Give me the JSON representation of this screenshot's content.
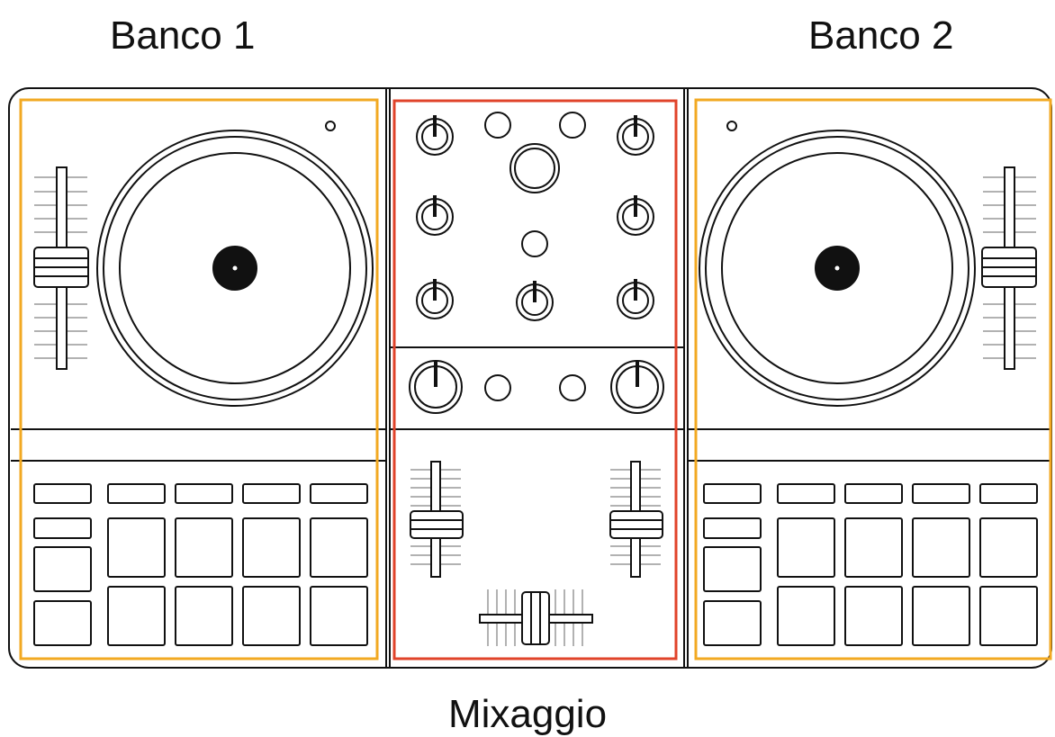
{
  "labels": {
    "deck_left": "Banco 1",
    "deck_right": "Banco 2",
    "mixer": "Mixaggio"
  },
  "colors": {
    "deck_outline": "#f2a922",
    "mixer_outline": "#e0432a",
    "line": "#111111"
  }
}
